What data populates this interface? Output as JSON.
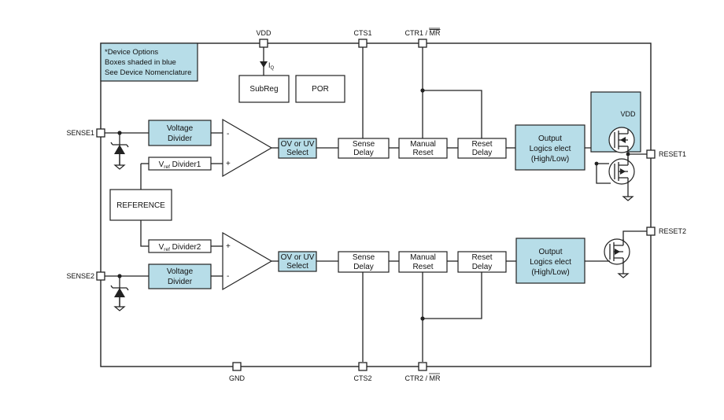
{
  "pins": {
    "vdd": "VDD",
    "cts1": "CTS1",
    "ctr1": "CTR1 / ",
    "ctr1_bar": "MR",
    "sense1": "SENSE1",
    "sense2": "SENSE2",
    "reset1": "RESET1",
    "reset2": "RESET2",
    "gnd": "GND",
    "cts2": "CTS2",
    "ctr2": "CTR2 / ",
    "ctr2_bar": "MR"
  },
  "note": {
    "line1": "*Device Options",
    "line2": "Boxes shaded in blue",
    "line3": "See Device Nomenclature"
  },
  "iq": {
    "main": "I",
    "sub": "Q"
  },
  "blocks": {
    "subreg": "SubReg",
    "por": "POR",
    "reference": "REFERENCE",
    "vd1": [
      "Voltage",
      "Divider"
    ],
    "vd2": [
      "Voltage",
      "Divider"
    ],
    "vref1": {
      "main": "V",
      "sub": "ref",
      "rest": " Divider1"
    },
    "vref2": {
      "main": "V",
      "sub": "ref",
      "rest": " Divider2"
    },
    "sel1": [
      "OV or UV",
      "Select"
    ],
    "sel2": [
      "OV or UV",
      "Select"
    ],
    "sd1": [
      "Sense",
      "Delay"
    ],
    "sd2": [
      "Sense",
      "Delay"
    ],
    "mr1": [
      "Manual",
      "Reset"
    ],
    "mr2": [
      "Manual",
      "Reset"
    ],
    "rd1": [
      "Reset",
      "Delay"
    ],
    "rd2": [
      "Reset",
      "Delay"
    ],
    "ol1": [
      "Output",
      "Logics elect",
      "(High/Low)"
    ],
    "ol2": [
      "Output",
      "Logics elect",
      "(High/Low)"
    ],
    "vdd_fet": "VDD"
  },
  "comparators": {
    "c1_minus": "-",
    "c1_plus": "+",
    "c2_plus": "+",
    "c2_minus": "-"
  },
  "colors": {
    "option_fill": "#b7dde8",
    "line": "#222222"
  }
}
